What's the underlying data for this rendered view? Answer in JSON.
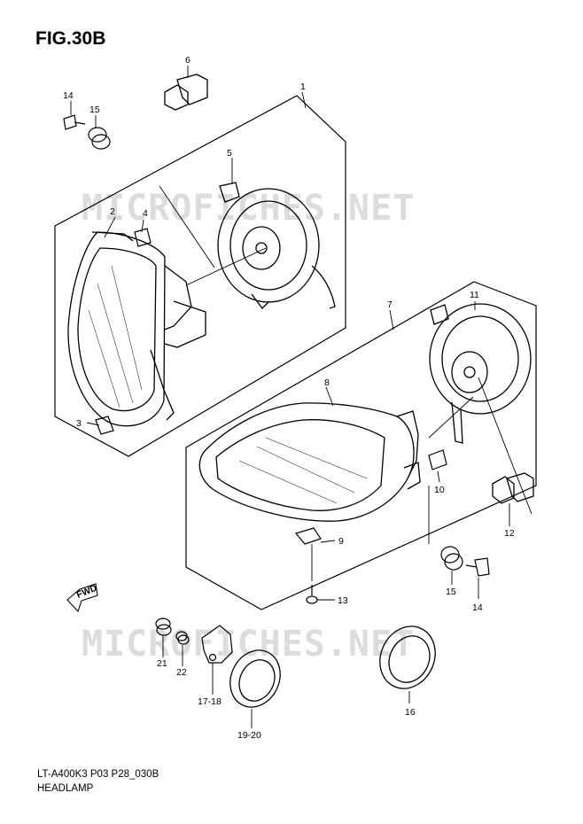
{
  "figure": {
    "title": "FIG.30B",
    "footer_code": "LT-A400K3 P03 P28_030B",
    "footer_name": "HEADLAMP",
    "watermark_top": "MICROFICHES.NET",
    "watermark_bottom": "MICROFICHES.NET",
    "fwd_label": "FWD"
  },
  "callouts": [
    {
      "id": "c1",
      "label": "1"
    },
    {
      "id": "c2",
      "label": "2"
    },
    {
      "id": "c3",
      "label": "3"
    },
    {
      "id": "c4",
      "label": "4"
    },
    {
      "id": "c5",
      "label": "5"
    },
    {
      "id": "c6",
      "label": "6"
    },
    {
      "id": "c7",
      "label": "7"
    },
    {
      "id": "c8",
      "label": "8"
    },
    {
      "id": "c9",
      "label": "9"
    },
    {
      "id": "c10",
      "label": "10"
    },
    {
      "id": "c11",
      "label": "11"
    },
    {
      "id": "c12",
      "label": "12"
    },
    {
      "id": "c13",
      "label": "13"
    },
    {
      "id": "c14a",
      "label": "14"
    },
    {
      "id": "c15a",
      "label": "15"
    },
    {
      "id": "c14b",
      "label": "14"
    },
    {
      "id": "c15b",
      "label": "15"
    },
    {
      "id": "c16",
      "label": "16"
    },
    {
      "id": "c1718",
      "label": "17-18"
    },
    {
      "id": "c1920",
      "label": "19-20"
    },
    {
      "id": "c21",
      "label": "21"
    },
    {
      "id": "c22",
      "label": "22"
    }
  ]
}
